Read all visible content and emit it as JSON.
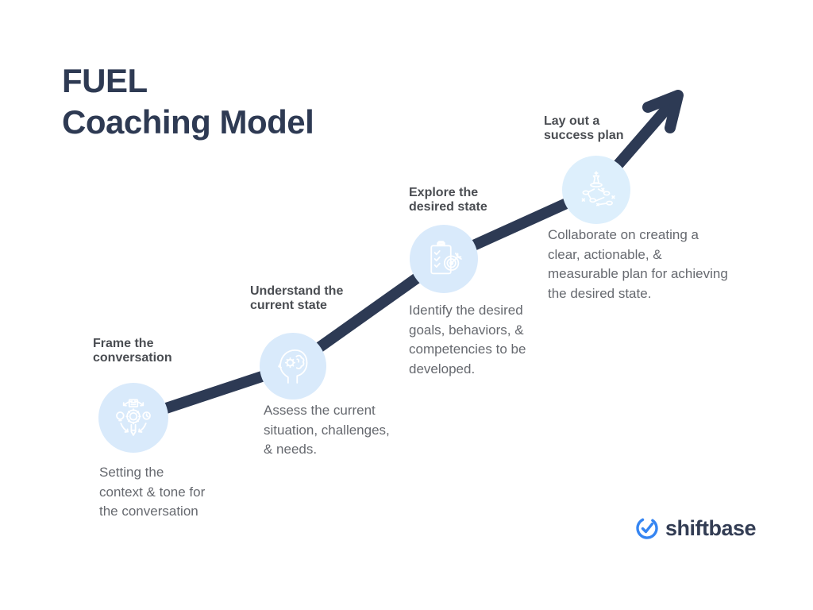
{
  "title": "FUEL\nCoaching Model",
  "steps": [
    {
      "heading": "Frame the\nconversation",
      "description": "Setting the\ncontext & tone for\nthe conversation",
      "icon": "process-gear-pencil-icon"
    },
    {
      "heading": "Understand the\ncurrent state",
      "description": "Assess the current\nsituation, challenges,\n& needs.",
      "icon": "head-gear-brain-icon"
    },
    {
      "heading": "Explore the\ndesired state",
      "description": "Identify the desired\ngoals, behaviors, &\ncompetencies to be\ndeveloped.",
      "icon": "clipboard-checklist-target-icon"
    },
    {
      "heading": "Lay out a\nsuccess plan",
      "description": "Collaborate on creating a\nclear, actionable, &\nmeasurable plan for achieving\nthe desired state.",
      "icon": "chess-strategy-plan-icon"
    }
  ],
  "logo": {
    "text": "shiftbase",
    "icon": "check-clock-icon"
  },
  "colors": {
    "navy_arrow_title": "#2d3a54",
    "heading_gray": "#4a4d52",
    "body_gray": "#66696f",
    "circle_light_blue": "#d9eafb",
    "icon_stroke_white": "#ffffff",
    "logo_blue": "#3585f2",
    "logo_text_navy": "#333d54",
    "background": "#ffffff"
  }
}
